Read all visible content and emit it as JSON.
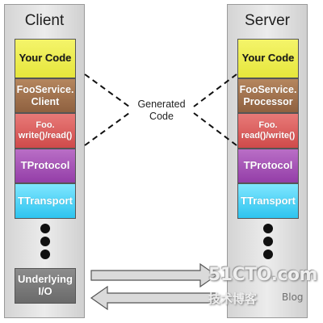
{
  "client": {
    "title": "Client",
    "blocks": {
      "your_code": "Your Code",
      "service_line1": "FooService.",
      "service_line2": "Client",
      "write_line1": "Foo.",
      "write_line2": "write()/read()",
      "protocol": "TProtocol",
      "transport": "TTransport",
      "io_line1": "Underlying",
      "io_line2": "I/O"
    }
  },
  "server": {
    "title": "Server",
    "blocks": {
      "your_code": "Your Code",
      "processor_line1": "FooService.",
      "processor_line2": "Processor",
      "read_line1": "Foo.",
      "read_line2": "read()/write()",
      "protocol": "TProtocol",
      "transport": "TTransport"
    }
  },
  "generated_code": {
    "line1": "Generated",
    "line2": "Code"
  },
  "watermark": {
    "main": "51CTO.com",
    "sub_cn": "技术博客",
    "sub_en": "Blog"
  },
  "colors": {
    "your_code": "#e6e63c",
    "service": "#8f6140",
    "write_read": "#cf4a4a",
    "protocol": "#943ea8",
    "transport": "#2ec4ef",
    "io": "#6a6a6a"
  }
}
